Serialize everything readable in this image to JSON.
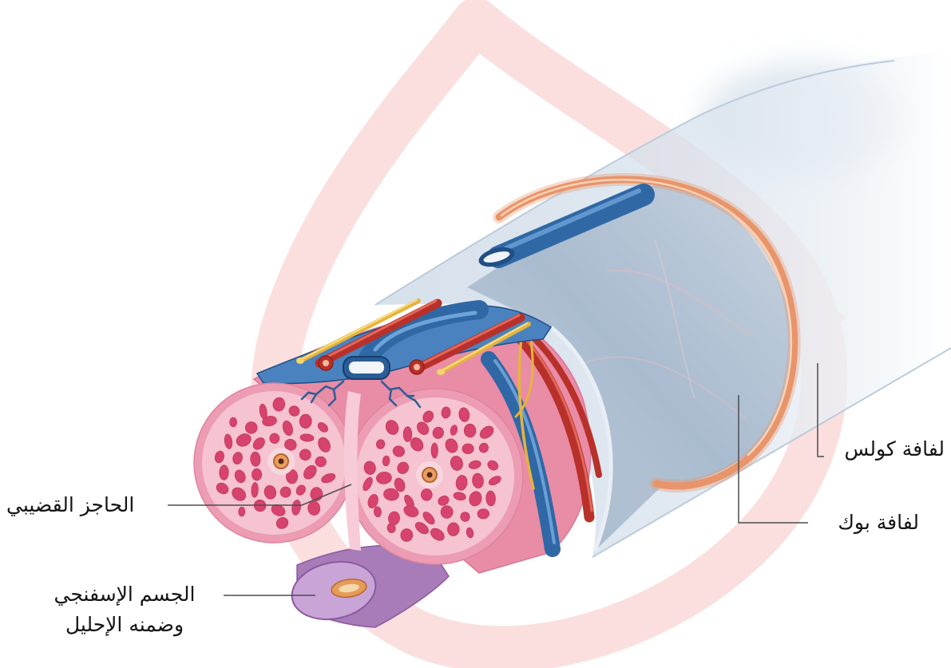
{
  "labels": {
    "colles_fascia": "لفافة كولس",
    "bucks_fascia": "لفافة بوك",
    "penile_septum": "الحاجز القضيبي",
    "corpus_spongiosum_line1": "الجسم الإسفنجي",
    "corpus_spongiosum_line2": "وضمنه الإحليل"
  },
  "colors": {
    "watermark": "#fbdfdf",
    "colles_sleeve_edge": "#bccbdc",
    "colles_ring": "#e9946a",
    "bucks_fascia": "#a9bbcf",
    "tunica": "#e98ca6",
    "corpus_cavernosum_rim": "#ec9cb3",
    "corpus_cavernosum": "#f6c3d0",
    "sinusoids": "#d6436c",
    "corpus_spongiosum": "#a77cb8",
    "corpus_spongiosum_face": "#c9a4d7",
    "urethra": "#e59c58",
    "vein": "#2f68a5",
    "artery": "#b8302a",
    "nerve": "#e6b43b",
    "leader_line": "#4d4d4d",
    "label_text": "#141414"
  }
}
